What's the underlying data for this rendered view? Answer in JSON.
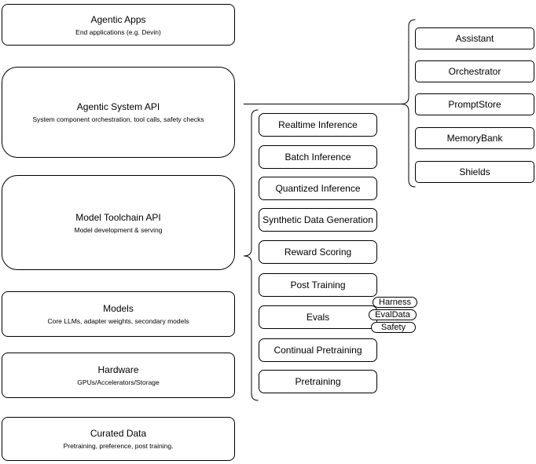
{
  "stack": {
    "layers": [
      {
        "title": "Agentic Apps",
        "subtitle": "End applications (e.g. Devin)"
      },
      {
        "title": "Agentic System API",
        "subtitle": "System component orchestration, tool calls, safety checks"
      },
      {
        "title": "Model Toolchain API",
        "subtitle": "Model development & serving"
      },
      {
        "title": "Models",
        "subtitle": "Core LLMs, adapter weights, secondary models"
      },
      {
        "title": "Hardware",
        "subtitle": "GPUs/Accelerators/Storage"
      },
      {
        "title": "Curated Data",
        "subtitle": "Pretraining, preference, post training."
      }
    ]
  },
  "toolchain": {
    "items": [
      "Realtime Inference",
      "Batch Inference",
      "Quantized Inference",
      "Synthetic Data Generation",
      "Reward Scoring",
      "Post Training",
      "Evals",
      "Continual Pretraining",
      "Pretraining"
    ]
  },
  "eval_tags": [
    "Harness",
    "EvalData",
    "Safety"
  ],
  "system_components": [
    "Assistant",
    "Orchestrator",
    "PromptStore",
    "MemoryBank",
    "Shields"
  ],
  "colors": {
    "stroke": "#000000",
    "background": "#ffffff",
    "text": "#000000"
  }
}
